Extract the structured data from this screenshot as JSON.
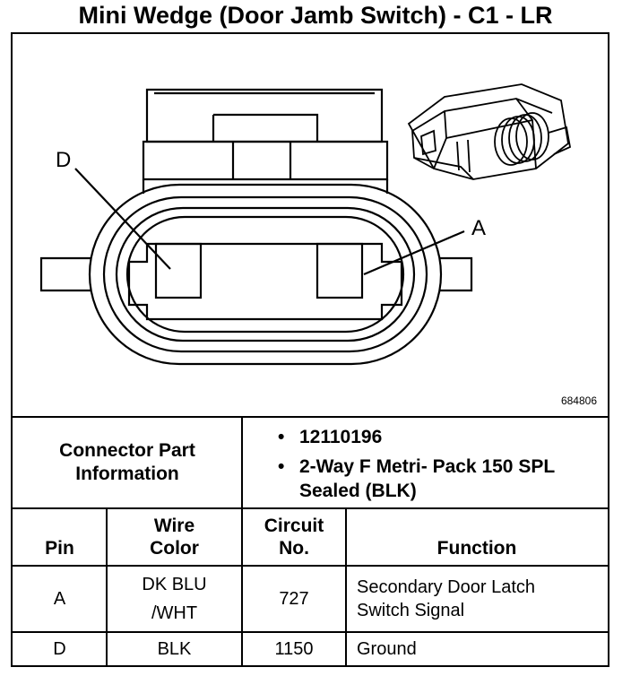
{
  "title": "Mini Wedge (Door Jamb Switch) - C1 - LR",
  "diagram": {
    "label_d": "D",
    "label_a": "A",
    "part_number": "684806"
  },
  "connector_info": {
    "label": "Connector Part Information",
    "bullets": [
      "12110196",
      "2-Way F Metri- Pack 150 SPL Sealed (BLK)"
    ]
  },
  "table": {
    "headers": {
      "pin": "Pin",
      "wire_color": "Wire Color",
      "circuit": "Circuit No.",
      "function": "Function"
    },
    "rows": [
      {
        "pin": "A",
        "wire_color": "DK BLU /WHT",
        "circuit": "727",
        "function": "Secondary Door Latch Switch Signal"
      },
      {
        "pin": "D",
        "wire_color": "BLK",
        "circuit": "1150",
        "function": "Ground"
      }
    ]
  }
}
